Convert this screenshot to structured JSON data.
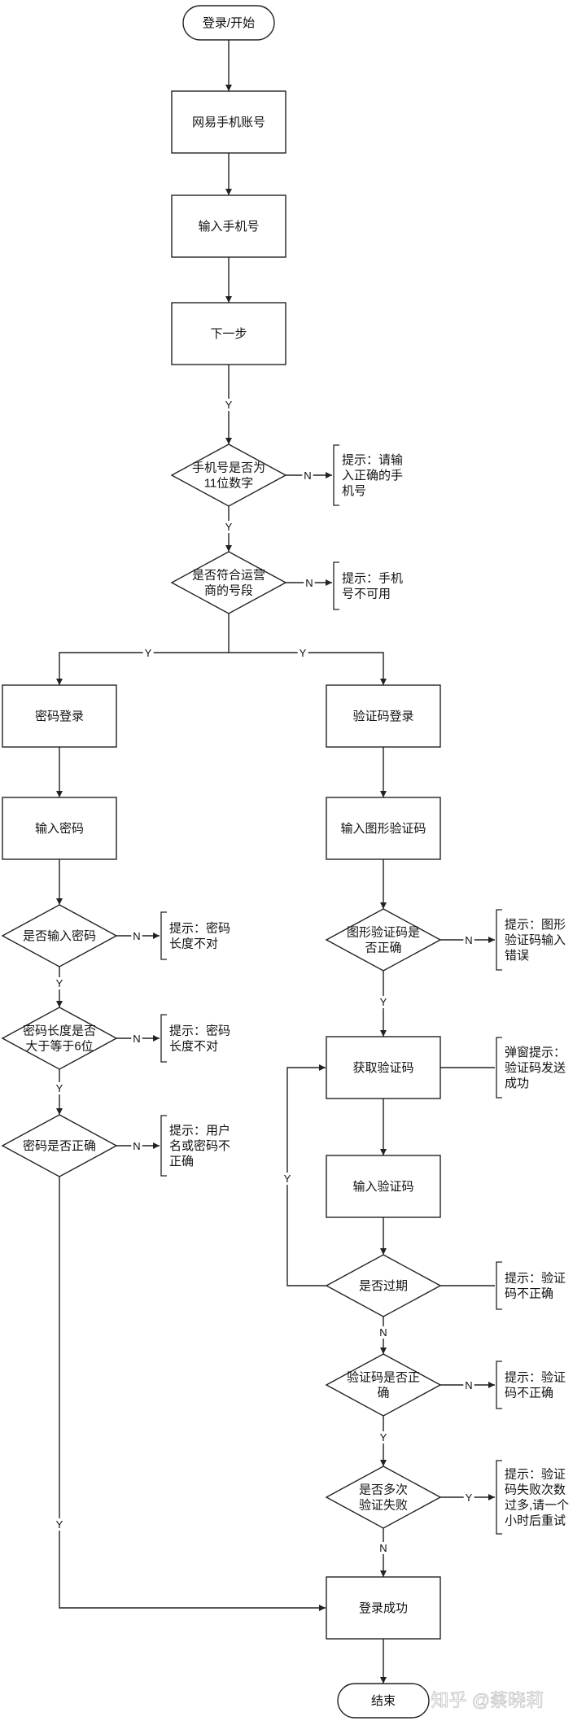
{
  "start": "登录/开始",
  "steps": {
    "account": "网易手机账号",
    "input_phone": "输入手机号",
    "next": "下一步"
  },
  "decisions": {
    "phone_11": [
      "手机号是否为",
      "11位数字"
    ],
    "carrier": [
      "是否符合运营",
      "商的号段"
    ]
  },
  "notes": {
    "phone_invalid": [
      "提示：请输",
      "入正确的手",
      "机号"
    ],
    "phone_unusable": [
      "提示：手机",
      "号不可用"
    ]
  },
  "password_branch": {
    "login": "密码登录",
    "input": "输入密码",
    "d_entered": [
      "是否输入密码"
    ],
    "n_entered": [
      "提示：密码",
      "长度不对"
    ],
    "d_length": [
      "密码长度是否",
      "大于等于6位"
    ],
    "n_length": [
      "提示：密码",
      "长度不对"
    ],
    "d_correct": [
      "密码是否正确"
    ],
    "n_correct": [
      "提示：用户",
      "名或密码不",
      "正确"
    ]
  },
  "code_branch": {
    "login": "验证码登录",
    "input_image": "输入图形验证码",
    "d_image": [
      "图形验证码是",
      "否正确"
    ],
    "n_image": [
      "提示：图形",
      "验证码输入",
      "错误"
    ],
    "get_code": "获取验证码",
    "n_popup": [
      "弹窗提示：",
      "验证码发送",
      "成功"
    ],
    "input_code": "输入验证码",
    "d_expired": [
      "是否过期"
    ],
    "n_expired": [
      "提示：验证",
      "码不正确"
    ],
    "d_code": [
      "验证码是否正",
      "确"
    ],
    "n_code": [
      "提示：验证",
      "码不正确"
    ],
    "d_fail": [
      "是否多次",
      "验证失败"
    ],
    "n_fail": [
      "提示：验证",
      "码失败次数",
      "过多,请一个",
      "小时后重试"
    ]
  },
  "success": "登录成功",
  "end": "结束",
  "labels": {
    "yes": "Y",
    "no": "N"
  },
  "watermark": "知乎 @蔡晓莉"
}
